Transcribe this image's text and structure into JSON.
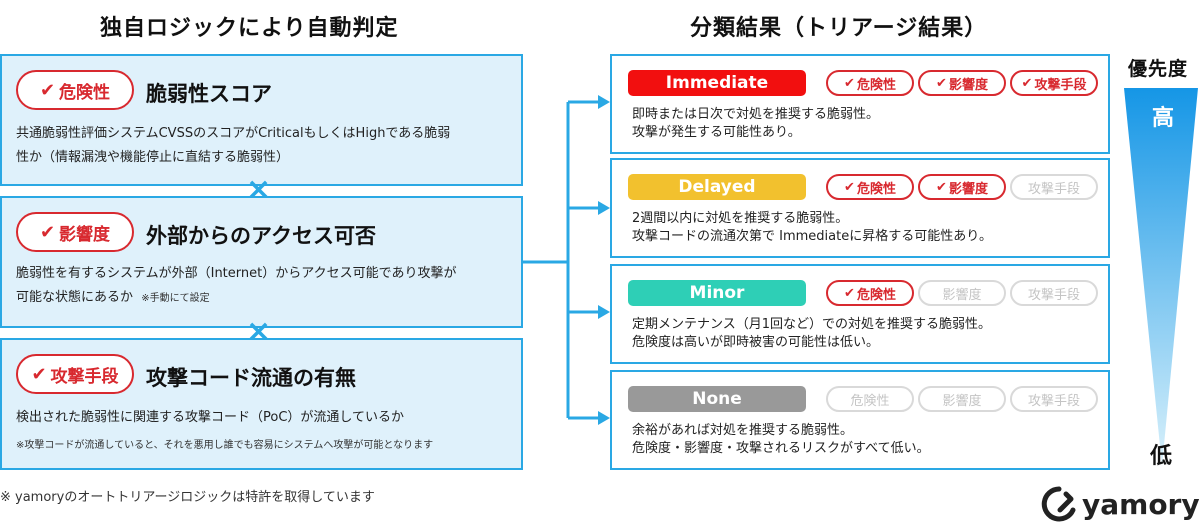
{
  "headings": {
    "left": "独自ロジックにより自動判定",
    "right": "分類結果（トリアージ結果）",
    "priority": "優先度"
  },
  "criteria": [
    {
      "pill": "危険性",
      "title": "脆弱性スコア",
      "desc_lines": [
        "共通脆弱性評価システムCVSSのスコアがCriticalもしくはHighである脆弱",
        "性か（情報漏洩や機能停止に直結する脆弱性）"
      ],
      "note": ""
    },
    {
      "pill": "影響度",
      "title": "外部からのアクセス可否",
      "desc_lines": [
        "脆弱性を有するシステムが外部（Internet）からアクセス可能であり攻撃が",
        "可能な状態にあるか"
      ],
      "inline_note": "※手動にて設定"
    },
    {
      "pill": "攻撃手段",
      "title": "攻撃コード流通の有無",
      "desc_lines": [
        "検出された脆弱性に関連する攻撃コード（PoC）が流通しているか"
      ],
      "note": "※攻撃コードが流通していると、それを悪用し誰でも容易にシステムへ攻撃が可能となります"
    }
  ],
  "operator": "×",
  "tag_names": [
    "危険性",
    "影響度",
    "攻撃手段"
  ],
  "check_mark": "✔",
  "results": [
    {
      "label": "Immediate",
      "color": "#f20f0f",
      "tags_active": [
        true,
        true,
        true
      ],
      "desc_lines": [
        "即時または日次で対処を推奨する脆弱性。",
        "攻撃が発生する可能性あり。"
      ]
    },
    {
      "label": "Delayed",
      "color": "#f2c12e",
      "tags_active": [
        true,
        true,
        false
      ],
      "desc_lines": [
        "2週間以内に対処を推奨する脆弱性。",
        "攻撃コードの流通次第で Immediateに昇格する可能性あり。"
      ]
    },
    {
      "label": "Minor",
      "color": "#2ecfb6",
      "tags_active": [
        true,
        false,
        false
      ],
      "desc_lines": [
        "定期メンテナンス（月1回など）での対処を推奨する脆弱性。",
        "危険度は高いが即時被害の可能性は低い。"
      ]
    },
    {
      "label": "None",
      "color": "#999999",
      "tags_active": [
        false,
        false,
        false
      ],
      "desc_lines": [
        "余裕があれば対処を推奨する脆弱性。",
        "危険度・影響度・攻撃されるリスクがすべて低い。"
      ]
    }
  ],
  "priority": {
    "high": "高",
    "low": "低"
  },
  "footnote": "※ yamoryのオートトリアージロジックは特許を取得しています",
  "logo": "yamory",
  "colors": {
    "accent": "#2aa8e4",
    "box_fill": "#dff1fb",
    "pill_red": "#d8292f"
  }
}
